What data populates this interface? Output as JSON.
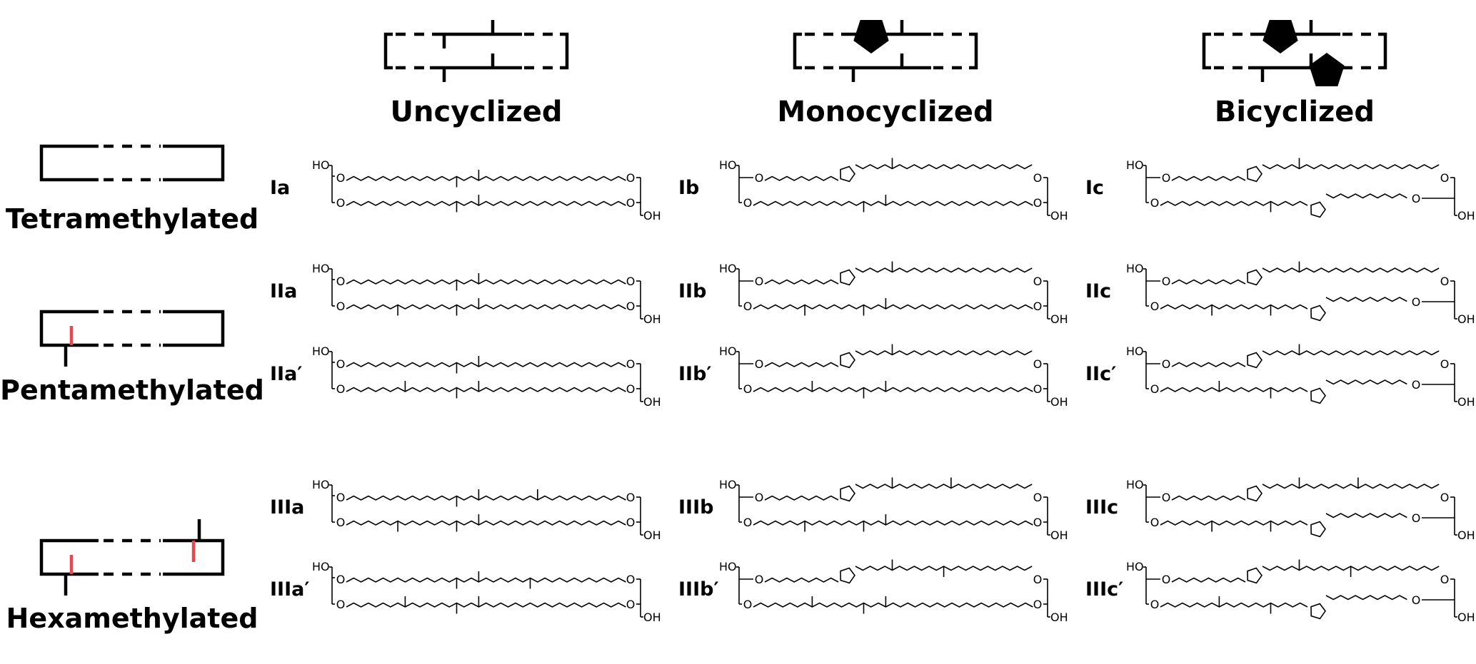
{
  "figure": {
    "columns": [
      {
        "id": "a",
        "title": "Uncyclized",
        "icon": "uncyclized-schematic-icon",
        "top_rings": 0,
        "bottom_rings": 0
      },
      {
        "id": "b",
        "title": "Monocyclized",
        "icon": "monocyclized-schematic-icon",
        "top_rings": 1,
        "bottom_rings": 0
      },
      {
        "id": "c",
        "title": "Bicyclized",
        "icon": "bicyclized-schematic-icon",
        "top_rings": 1,
        "bottom_rings": 1
      }
    ],
    "rows": [
      {
        "id": "I",
        "title": "Tetramethylated",
        "icon": "tetramethylated-schematic-icon",
        "extra_methyls": 0
      },
      {
        "id": "II",
        "title": "Pentamethylated",
        "icon": "pentamethylated-schematic-icon",
        "extra_methyls": 1
      },
      {
        "id": "III",
        "title": "Hexamethylated",
        "icon": "hexamethylated-schematic-icon",
        "extra_methyls": 2
      }
    ],
    "highlight_color": "#e8474f",
    "line_color": "#000000",
    "atoms": {
      "hydroxyl": "HO",
      "hydroxyl_right": "OH",
      "ether_oxygen": "O"
    },
    "compounds": [
      {
        "label": "Ia",
        "row": 0,
        "col": 0,
        "slot": 0,
        "top": {
          "methyls": [
            [
              15,
              "down"
            ],
            [
              18,
              "up"
            ]
          ]
        },
        "bottom": {
          "methyls": [
            [
              15,
              "down"
            ],
            [
              18,
              "up"
            ]
          ]
        }
      },
      {
        "label": "Ib",
        "row": 0,
        "col": 1,
        "slot": 0,
        "top": {
          "ring": true,
          "methyls": [
            [
              18,
              "up"
            ]
          ]
        },
        "bottom": {
          "methyls": [
            [
              15,
              "down"
            ],
            [
              18,
              "up"
            ]
          ]
        }
      },
      {
        "label": "Ic",
        "row": 0,
        "col": 2,
        "slot": 0,
        "top": {
          "ring": true,
          "methyls": [
            [
              18,
              "up"
            ]
          ]
        },
        "bottom": {
          "ring": true,
          "methyls": [
            [
              15,
              "down"
            ]
          ]
        }
      },
      {
        "label": "IIa",
        "row": 1,
        "col": 0,
        "slot": 0,
        "top": {
          "methyls": [
            [
              15,
              "down"
            ],
            [
              18,
              "up"
            ]
          ]
        },
        "bottom": {
          "methyls": [
            [
              7,
              "down"
            ],
            [
              15,
              "down"
            ],
            [
              18,
              "up"
            ]
          ]
        }
      },
      {
        "label": "IIa′",
        "row": 1,
        "col": 0,
        "slot": 1,
        "top": {
          "methyls": [
            [
              15,
              "down"
            ],
            [
              18,
              "up"
            ]
          ]
        },
        "bottom": {
          "methyls": [
            [
              8,
              "up"
            ],
            [
              15,
              "down"
            ],
            [
              18,
              "up"
            ]
          ]
        }
      },
      {
        "label": "IIb",
        "row": 1,
        "col": 1,
        "slot": 0,
        "top": {
          "ring": true,
          "methyls": [
            [
              18,
              "up"
            ]
          ]
        },
        "bottom": {
          "methyls": [
            [
              7,
              "down"
            ],
            [
              15,
              "down"
            ],
            [
              18,
              "up"
            ]
          ]
        }
      },
      {
        "label": "IIb′",
        "row": 1,
        "col": 1,
        "slot": 1,
        "top": {
          "ring": true,
          "methyls": [
            [
              18,
              "up"
            ]
          ]
        },
        "bottom": {
          "methyls": [
            [
              8,
              "up"
            ],
            [
              15,
              "down"
            ],
            [
              18,
              "up"
            ]
          ]
        }
      },
      {
        "label": "IIc",
        "row": 1,
        "col": 2,
        "slot": 0,
        "top": {
          "ring": true,
          "methyls": [
            [
              18,
              "up"
            ]
          ]
        },
        "bottom": {
          "ring": true,
          "methyls": [
            [
              7,
              "down"
            ],
            [
              15,
              "down"
            ]
          ]
        }
      },
      {
        "label": "IIc′",
        "row": 1,
        "col": 2,
        "slot": 1,
        "top": {
          "ring": true,
          "methyls": [
            [
              18,
              "up"
            ]
          ]
        },
        "bottom": {
          "ring": true,
          "methyls": [
            [
              8,
              "up"
            ],
            [
              15,
              "down"
            ]
          ]
        }
      },
      {
        "label": "IIIa",
        "row": 2,
        "col": 0,
        "slot": 0,
        "top": {
          "methyls": [
            [
              15,
              "down"
            ],
            [
              18,
              "up"
            ],
            [
              26,
              "up"
            ]
          ]
        },
        "bottom": {
          "methyls": [
            [
              7,
              "down"
            ],
            [
              15,
              "down"
            ],
            [
              18,
              "up"
            ]
          ]
        }
      },
      {
        "label": "IIIa′",
        "row": 2,
        "col": 0,
        "slot": 1,
        "top": {
          "methyls": [
            [
              15,
              "down"
            ],
            [
              18,
              "up"
            ],
            [
              25,
              "down"
            ]
          ]
        },
        "bottom": {
          "methyls": [
            [
              8,
              "up"
            ],
            [
              15,
              "down"
            ],
            [
              18,
              "up"
            ]
          ]
        }
      },
      {
        "label": "IIIb",
        "row": 2,
        "col": 1,
        "slot": 0,
        "top": {
          "ring": true,
          "methyls": [
            [
              18,
              "up"
            ],
            [
              26,
              "up"
            ]
          ]
        },
        "bottom": {
          "methyls": [
            [
              7,
              "down"
            ],
            [
              15,
              "down"
            ],
            [
              18,
              "up"
            ]
          ]
        }
      },
      {
        "label": "IIIb′",
        "row": 2,
        "col": 1,
        "slot": 1,
        "top": {
          "ring": true,
          "methyls": [
            [
              18,
              "up"
            ],
            [
              25,
              "down"
            ]
          ]
        },
        "bottom": {
          "methyls": [
            [
              8,
              "up"
            ],
            [
              15,
              "down"
            ],
            [
              18,
              "up"
            ]
          ]
        }
      },
      {
        "label": "IIIc",
        "row": 2,
        "col": 2,
        "slot": 0,
        "top": {
          "ring": true,
          "methyls": [
            [
              18,
              "up"
            ],
            [
              26,
              "up"
            ]
          ]
        },
        "bottom": {
          "ring": true,
          "methyls": [
            [
              7,
              "down"
            ],
            [
              15,
              "down"
            ]
          ]
        }
      },
      {
        "label": "IIIc′",
        "row": 2,
        "col": 2,
        "slot": 1,
        "top": {
          "ring": true,
          "methyls": [
            [
              18,
              "up"
            ],
            [
              25,
              "down"
            ]
          ]
        },
        "bottom": {
          "ring": true,
          "methyls": [
            [
              8,
              "up"
            ],
            [
              15,
              "down"
            ]
          ]
        }
      }
    ]
  }
}
